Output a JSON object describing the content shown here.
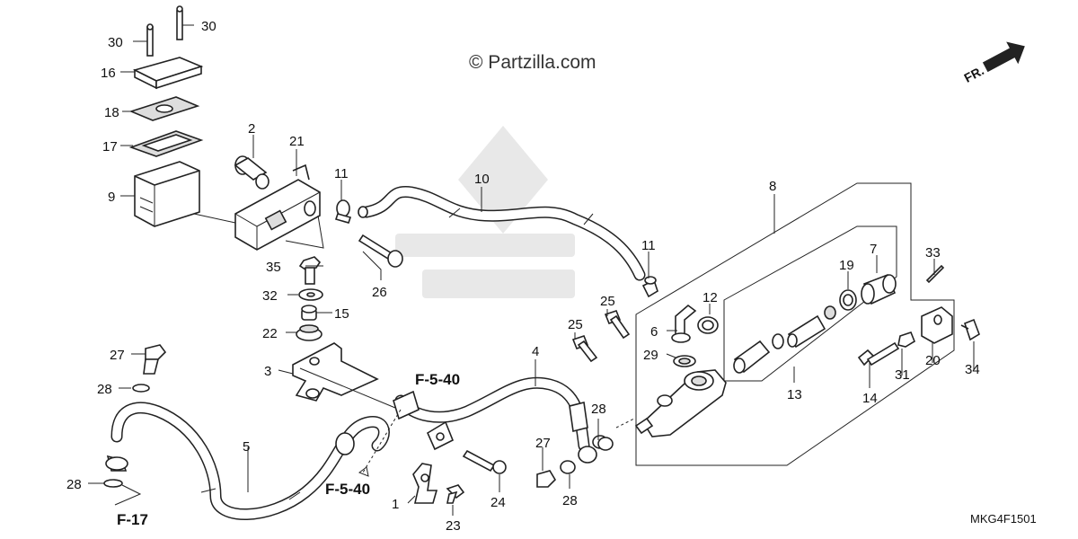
{
  "copyright": "© Partzilla.com",
  "diagram_code": "MKG4F1501",
  "direction": {
    "label": "FR.",
    "icon": "arrow-up-right-icon"
  },
  "section_refs": [
    "F-5-40",
    "F-5-40",
    "F-17"
  ],
  "callouts": [
    "1",
    "2",
    "3",
    "4",
    "5",
    "6",
    "7",
    "8",
    "9",
    "10",
    "11",
    "11",
    "12",
    "13",
    "14",
    "15",
    "16",
    "17",
    "18",
    "19",
    "20",
    "21",
    "22",
    "23",
    "24",
    "25",
    "25",
    "26",
    "27",
    "27",
    "28",
    "28",
    "28",
    "28",
    "29",
    "30",
    "30",
    "31",
    "32",
    "33",
    "34",
    "35"
  ]
}
